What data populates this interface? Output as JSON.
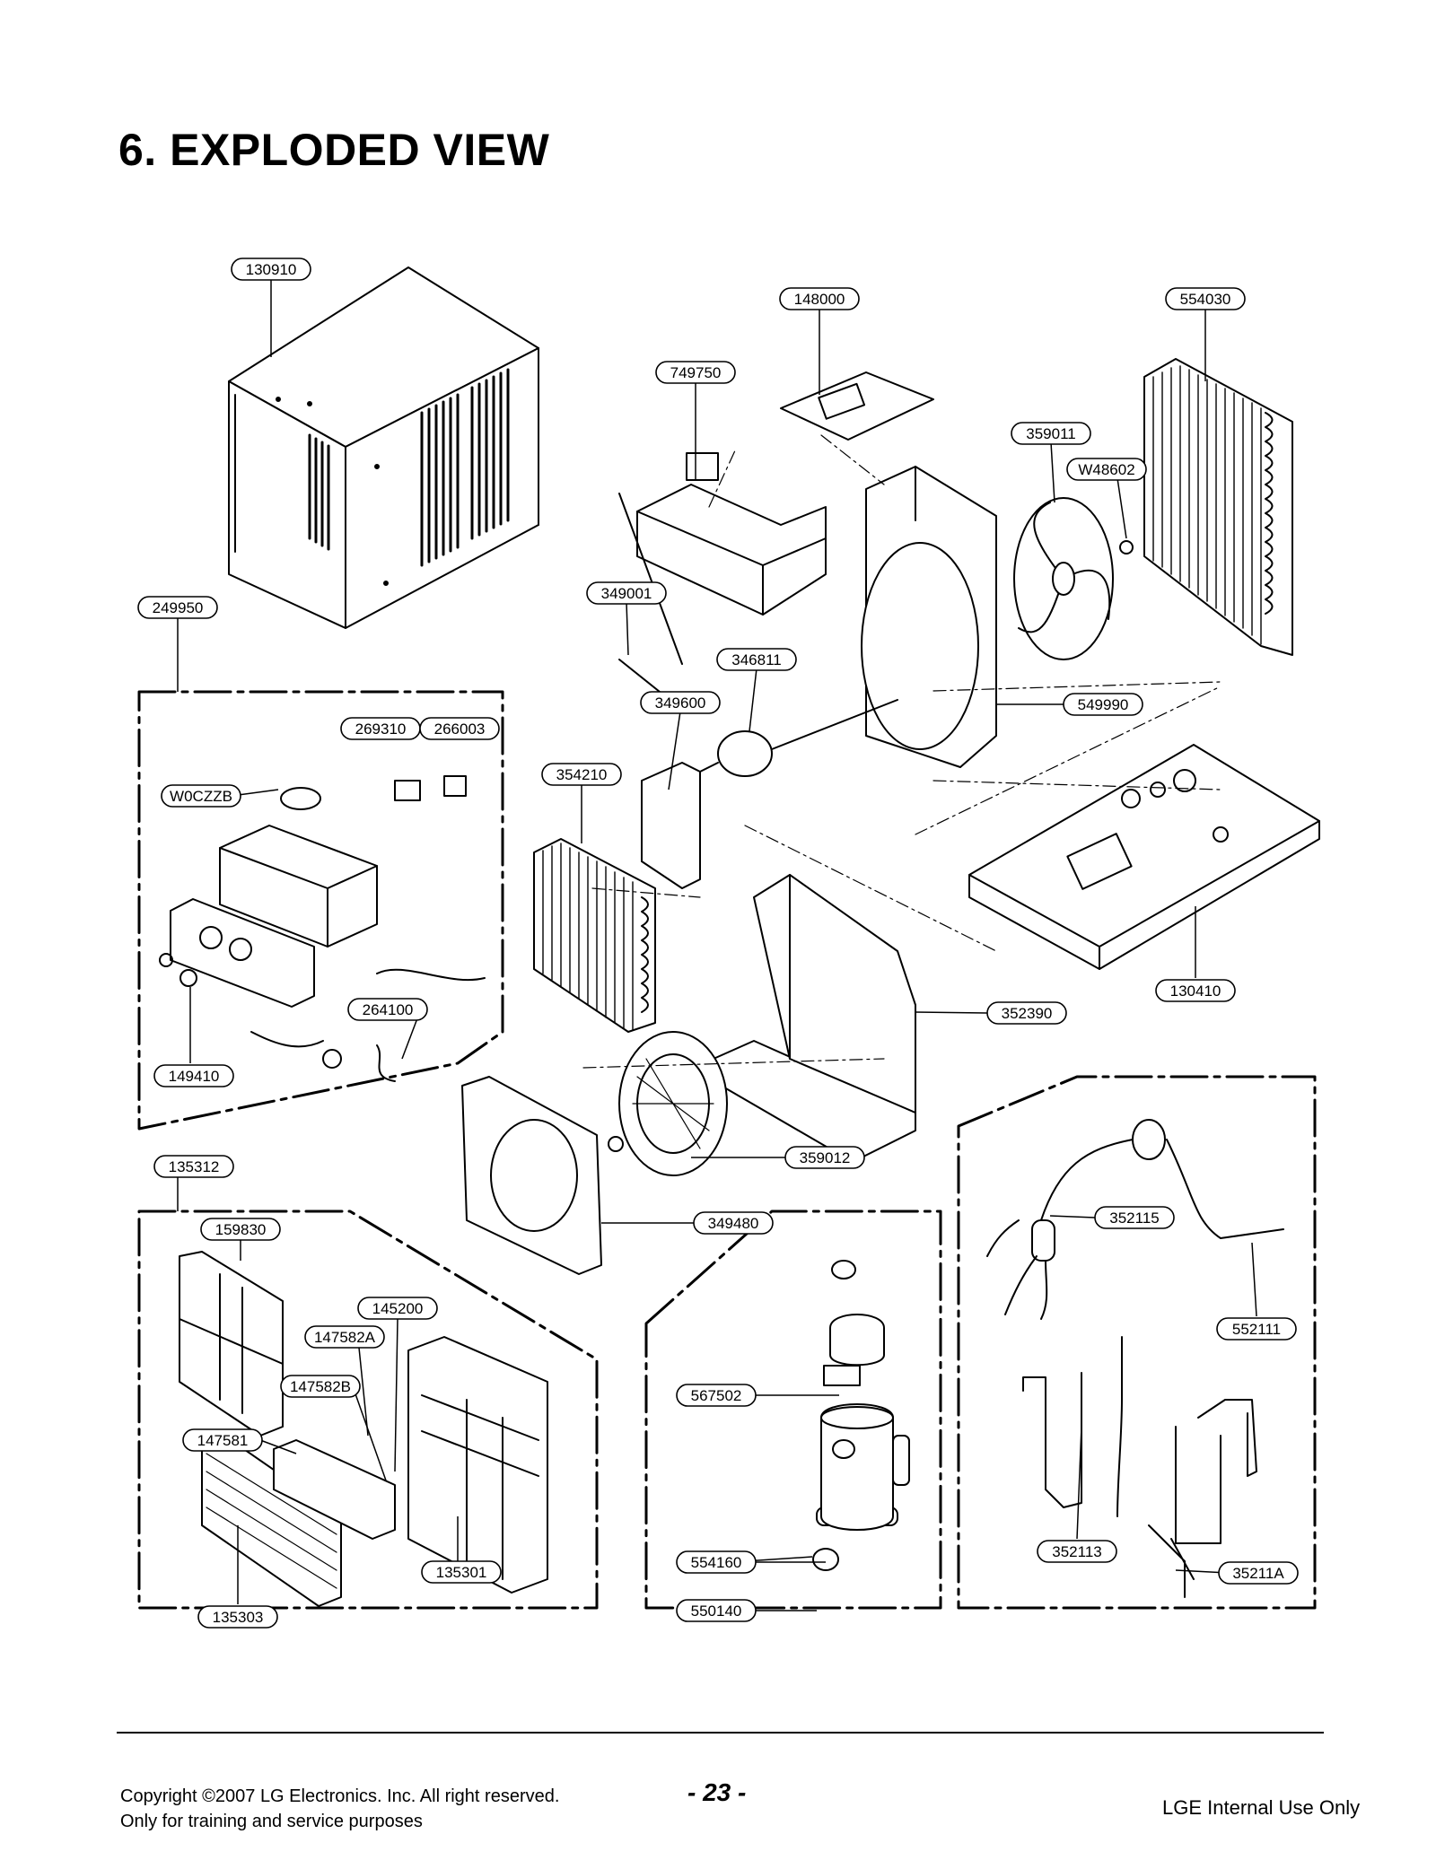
{
  "page": {
    "title": "6. EXPLODED VIEW",
    "page_number": "- 23 -",
    "copyright": "Copyright ©2007 LG Electronics. Inc. All right reserved.",
    "purpose": "Only for training and service purposes",
    "internal": "LGE Internal Use Only"
  },
  "callouts": [
    {
      "id": "c-130910",
      "label": "130910"
    },
    {
      "id": "c-148000",
      "label": "148000"
    },
    {
      "id": "c-554030",
      "label": "554030"
    },
    {
      "id": "c-749750",
      "label": "749750"
    },
    {
      "id": "c-359011",
      "label": "359011"
    },
    {
      "id": "c-W48602",
      "label": "W48602"
    },
    {
      "id": "c-249950",
      "label": "249950"
    },
    {
      "id": "c-349001",
      "label": "349001"
    },
    {
      "id": "c-346811",
      "label": "346811"
    },
    {
      "id": "c-349600",
      "label": "349600"
    },
    {
      "id": "c-549990",
      "label": "549990"
    },
    {
      "id": "c-269310",
      "label": "269310"
    },
    {
      "id": "c-266003",
      "label": "266003"
    },
    {
      "id": "c-354210",
      "label": "354210"
    },
    {
      "id": "c-W0CZZB",
      "label": "W0CZZB"
    },
    {
      "id": "c-130410",
      "label": "130410"
    },
    {
      "id": "c-264100",
      "label": "264100"
    },
    {
      "id": "c-352390",
      "label": "352390"
    },
    {
      "id": "c-149410",
      "label": "149410"
    },
    {
      "id": "c-135312",
      "label": "135312"
    },
    {
      "id": "c-359012",
      "label": "359012"
    },
    {
      "id": "c-159830",
      "label": "159830"
    },
    {
      "id": "c-349480",
      "label": "349480"
    },
    {
      "id": "c-352115",
      "label": "352115"
    },
    {
      "id": "c-145200",
      "label": "145200"
    },
    {
      "id": "c-147582A",
      "label": "147582A"
    },
    {
      "id": "c-552111",
      "label": "552111"
    },
    {
      "id": "c-147582B",
      "label": "147582B"
    },
    {
      "id": "c-567502",
      "label": "567502"
    },
    {
      "id": "c-147581",
      "label": "147581"
    },
    {
      "id": "c-554160",
      "label": "554160"
    },
    {
      "id": "c-352113",
      "label": "352113"
    },
    {
      "id": "c-35211A",
      "label": "35211A"
    },
    {
      "id": "c-135301",
      "label": "135301"
    },
    {
      "id": "c-135303",
      "label": "135303"
    },
    {
      "id": "c-550140",
      "label": "550140"
    }
  ]
}
